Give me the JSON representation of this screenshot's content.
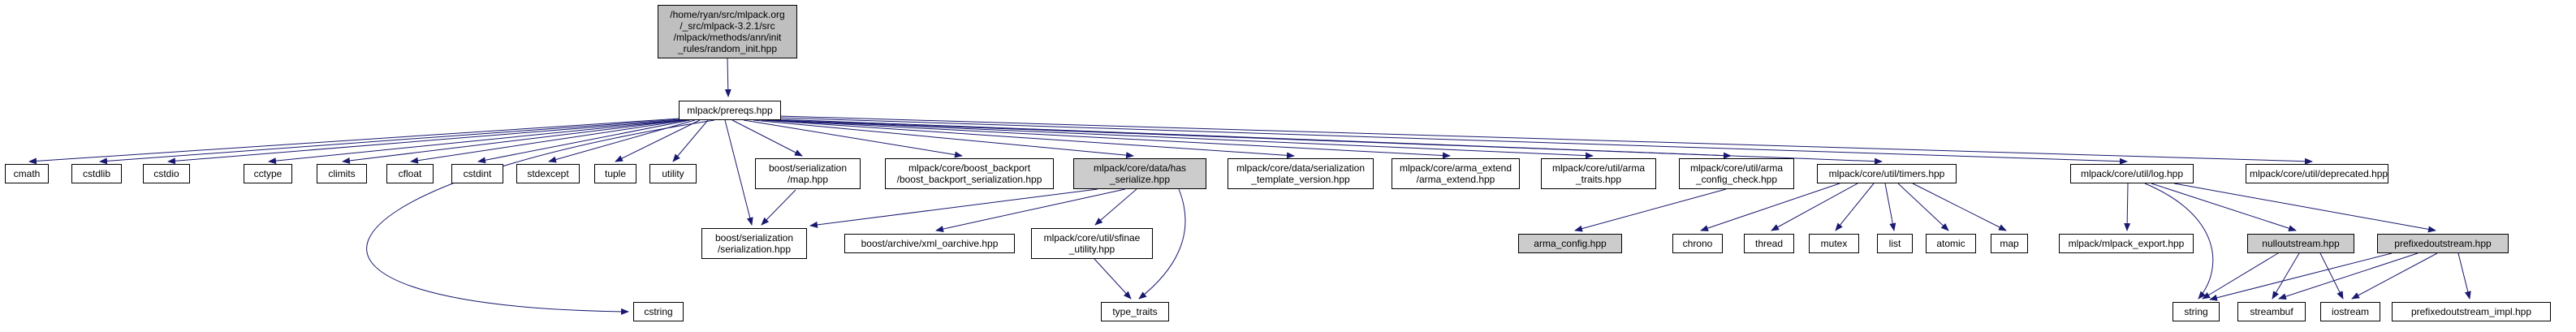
{
  "colors": {
    "edge": "#191970",
    "node_border": "#000000",
    "root_fill": "#bfbfbf",
    "shaded_fill": "#cccccc",
    "background": "#ffffff"
  },
  "nodes": {
    "random_init": {
      "label": "/home/ryan/src/mlpack.org\n/_src/mlpack-3.2.1/src\n/mlpack/methods/ann/init\n_rules/random_init.hpp"
    },
    "prereqs": {
      "label": "mlpack/prereqs.hpp"
    },
    "cmath": {
      "label": "cmath"
    },
    "cstdlib": {
      "label": "cstdlib"
    },
    "cstdio": {
      "label": "cstdio"
    },
    "cctype": {
      "label": "cctype"
    },
    "climits": {
      "label": "climits"
    },
    "cfloat": {
      "label": "cfloat"
    },
    "cstdint": {
      "label": "cstdint"
    },
    "stdexcept": {
      "label": "stdexcept"
    },
    "tuple": {
      "label": "tuple"
    },
    "utility": {
      "label": "utility"
    },
    "boost_map": {
      "label": "boost/serialization\n/map.hpp"
    },
    "boost_backport": {
      "label": "mlpack/core/boost_backport\n/boost_backport_serialization.hpp"
    },
    "has_serialize": {
      "label": "mlpack/core/data/has\n_serialize.hpp"
    },
    "serialization_template_version": {
      "label": "mlpack/core/data/serialization\n_template_version.hpp"
    },
    "arma_extend": {
      "label": "mlpack/core/arma_extend\n/arma_extend.hpp"
    },
    "arma_traits": {
      "label": "mlpack/core/util/arma\n_traits.hpp"
    },
    "arma_config_check": {
      "label": "mlpack/core/util/arma\n_config_check.hpp"
    },
    "timers": {
      "label": "mlpack/core/util/timers.hpp"
    },
    "log": {
      "label": "mlpack/core/util/log.hpp"
    },
    "deprecated": {
      "label": "mlpack/core/util/deprecated.hpp"
    },
    "boost_serialization": {
      "label": "boost/serialization\n/serialization.hpp"
    },
    "xml_oarchive": {
      "label": "boost/archive/xml_oarchive.hpp"
    },
    "sfinae_utility": {
      "label": "mlpack/core/util/sfinae\n_utility.hpp"
    },
    "arma_config": {
      "label": "arma_config.hpp"
    },
    "chrono": {
      "label": "chrono"
    },
    "thread": {
      "label": "thread"
    },
    "mutex": {
      "label": "mutex"
    },
    "list": {
      "label": "list"
    },
    "atomic": {
      "label": "atomic"
    },
    "map": {
      "label": "map"
    },
    "mlpack_export": {
      "label": "mlpack/mlpack_export.hpp"
    },
    "nulloutstream": {
      "label": "nulloutstream.hpp"
    },
    "prefixedoutstream": {
      "label": "prefixedoutstream.hpp"
    },
    "cstring": {
      "label": "cstring"
    },
    "type_traits": {
      "label": "type_traits"
    },
    "string": {
      "label": "string"
    },
    "streambuf": {
      "label": "streambuf"
    },
    "iostream": {
      "label": "iostream"
    },
    "prefixedoutstream_impl": {
      "label": "prefixedoutstream_impl.hpp"
    }
  },
  "edges": [
    {
      "from": "random_init",
      "to": "prereqs"
    },
    {
      "from": "prereqs",
      "to": "cmath"
    },
    {
      "from": "prereqs",
      "to": "cstdlib"
    },
    {
      "from": "prereqs",
      "to": "cstdio"
    },
    {
      "from": "prereqs",
      "to": "cctype"
    },
    {
      "from": "prereqs",
      "to": "climits"
    },
    {
      "from": "prereqs",
      "to": "cfloat"
    },
    {
      "from": "prereqs",
      "to": "cstdint"
    },
    {
      "from": "prereqs",
      "to": "stdexcept"
    },
    {
      "from": "prereqs",
      "to": "tuple"
    },
    {
      "from": "prereqs",
      "to": "utility"
    },
    {
      "from": "prereqs",
      "to": "boost_map"
    },
    {
      "from": "prereqs",
      "to": "boost_backport"
    },
    {
      "from": "prereqs",
      "to": "has_serialize"
    },
    {
      "from": "prereqs",
      "to": "serialization_template_version"
    },
    {
      "from": "prereqs",
      "to": "arma_extend"
    },
    {
      "from": "prereqs",
      "to": "arma_traits"
    },
    {
      "from": "prereqs",
      "to": "arma_config_check"
    },
    {
      "from": "prereqs",
      "to": "timers"
    },
    {
      "from": "prereqs",
      "to": "log"
    },
    {
      "from": "prereqs",
      "to": "deprecated"
    },
    {
      "from": "prereqs",
      "to": "boost_serialization"
    },
    {
      "from": "prereqs",
      "to": "cstring"
    },
    {
      "from": "boost_map",
      "to": "boost_serialization"
    },
    {
      "from": "has_serialize",
      "to": "boost_serialization"
    },
    {
      "from": "has_serialize",
      "to": "xml_oarchive"
    },
    {
      "from": "has_serialize",
      "to": "sfinae_utility"
    },
    {
      "from": "has_serialize",
      "to": "type_traits"
    },
    {
      "from": "sfinae_utility",
      "to": "type_traits"
    },
    {
      "from": "arma_config_check",
      "to": "arma_config"
    },
    {
      "from": "timers",
      "to": "chrono"
    },
    {
      "from": "timers",
      "to": "thread"
    },
    {
      "from": "timers",
      "to": "mutex"
    },
    {
      "from": "timers",
      "to": "list"
    },
    {
      "from": "timers",
      "to": "atomic"
    },
    {
      "from": "timers",
      "to": "map"
    },
    {
      "from": "log",
      "to": "mlpack_export"
    },
    {
      "from": "log",
      "to": "nulloutstream"
    },
    {
      "from": "log",
      "to": "prefixedoutstream"
    },
    {
      "from": "log",
      "to": "string"
    },
    {
      "from": "nulloutstream",
      "to": "string"
    },
    {
      "from": "nulloutstream",
      "to": "streambuf"
    },
    {
      "from": "nulloutstream",
      "to": "iostream"
    },
    {
      "from": "prefixedoutstream",
      "to": "string"
    },
    {
      "from": "prefixedoutstream",
      "to": "streambuf"
    },
    {
      "from": "prefixedoutstream",
      "to": "iostream"
    },
    {
      "from": "prefixedoutstream",
      "to": "prefixedoutstream_impl"
    }
  ]
}
